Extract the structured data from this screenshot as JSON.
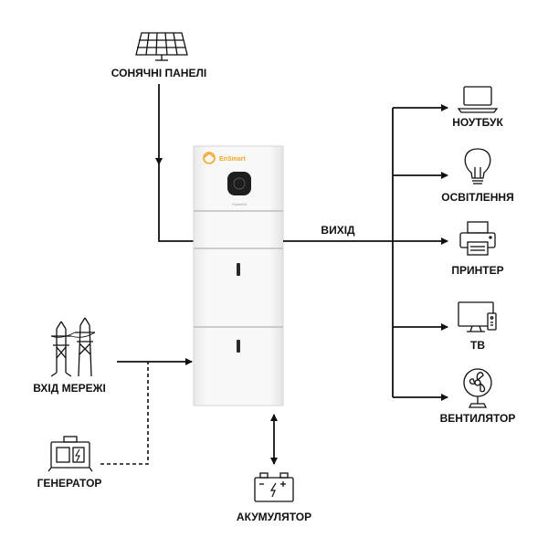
{
  "labels": {
    "solar": "СОНЯЧНІ ПАНЕЛІ",
    "output": "ВИХІД",
    "grid": "ВХІД МЕРЕЖІ",
    "generator": "ГЕНЕРАТОР",
    "battery": "АКУМУЛЯТОР"
  },
  "loads": [
    {
      "label": "НОУТБУК",
      "icon": "laptop-icon"
    },
    {
      "label": "ОСВІТЛЕННЯ",
      "icon": "lightbulb-icon"
    },
    {
      "label": "ПРИНТЕР",
      "icon": "printer-icon"
    },
    {
      "label": "ТВ",
      "icon": "tv-icon"
    },
    {
      "label": "ВЕНТИЛЯТОР",
      "icon": "fan-icon"
    }
  ],
  "device": {
    "brand": "EnSmart",
    "model": "PowerKit",
    "brand_color": "#f5a623"
  }
}
